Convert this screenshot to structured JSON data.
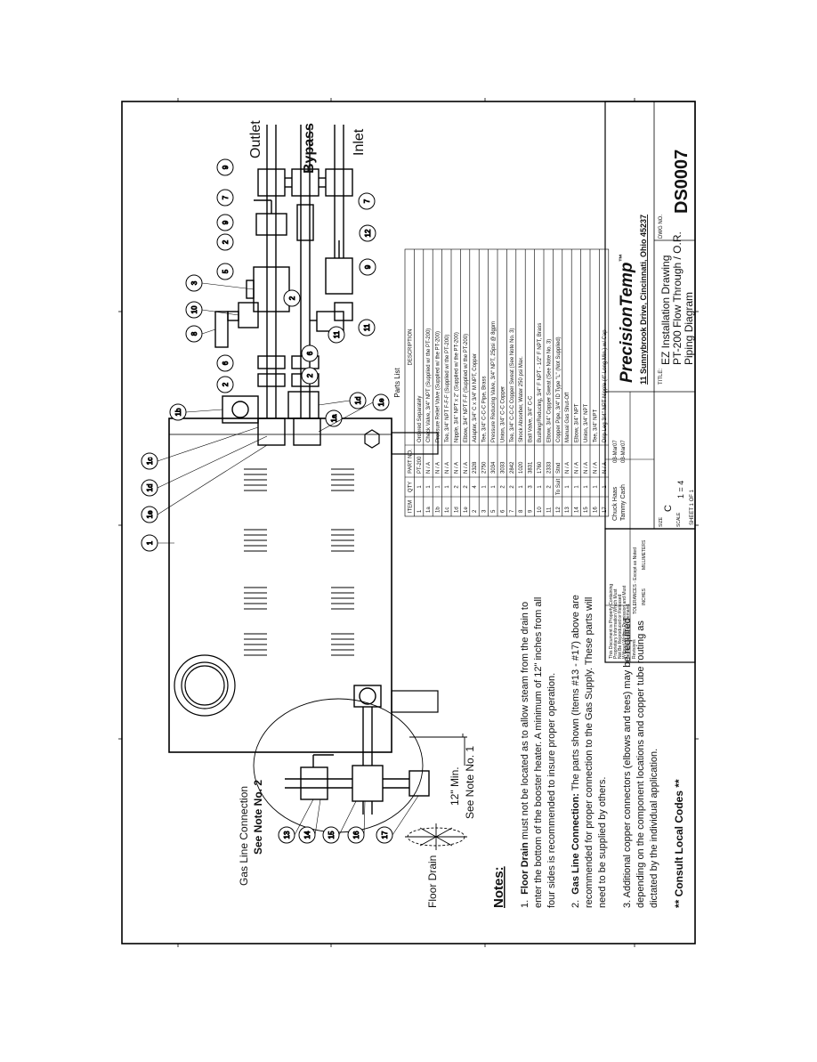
{
  "labels": {
    "outlet": "Outlet",
    "bypass": "Bypass",
    "inlet": "Inlet",
    "gas_line": "Gas Line Connection",
    "gas_note": "See Note No. 2",
    "floor_drain": "Floor Drain",
    "min_clearance": "12\" Min.",
    "see_note_1": "See Note No. 1"
  },
  "notes": {
    "heading": "Notes:",
    "n1_num": "1.",
    "n1_bold": "Floor Drain",
    "n1_line1": " must not be located as to allow steam from the drain to",
    "n1_line2": "enter the bottom of the booster heater.  A minimum of 12\" inches from all",
    "n1_line3": "four sides is recommended to insure proper operation.",
    "n2_num": "2.",
    "n2_bold": "Gas Line Connection:",
    "n2_line1": "  The parts shown (Items #13 - #17) above are",
    "n2_line2": "recommended for proper connection to the Gas Supply.  These parts will",
    "n2_line3": "need to be supplied by others.",
    "n3_line1": "3.  Additional copper connectors (elbows and tees) may be required",
    "n3_line2": "depending on the component locations and copper tube routing as",
    "n3_line3": "dictated by the individual application.",
    "consult": "**  Consult Local Codes  **"
  },
  "parts_list": {
    "title": "Parts List",
    "headers": [
      "ITEM",
      "QTY",
      "PART NO.",
      "DESCRIPTION"
    ],
    "rows": [
      [
        "1",
        "1",
        "PT-200",
        "Ordered Separately"
      ],
      [
        "1a",
        "1",
        "N / A",
        "Check Valve, 3/4\" NPT (Supplied w/ the PT-200)"
      ],
      [
        "1b",
        "1",
        "N / A",
        "Pressure Relief Valve (Supplied w/ the PT-200)"
      ],
      [
        "1c",
        "1",
        "N / A",
        "Tee, 3/4\" NPT F-F-F (Supplied w/ the PT-200)"
      ],
      [
        "1d",
        "2",
        "N / A",
        "Nipple, 3/4\" NPT x 2\" (Supplied w/ the PT-200)"
      ],
      [
        "1e",
        "2",
        "N / A",
        "Elbow, 3/4\" NPT F-F (Supplied w/ the PT-200)"
      ],
      [
        "2",
        "4",
        "2328",
        "Adapter, 3/4\" C x 3/4\" M NPT, Copper"
      ],
      [
        "3",
        "1",
        "2750",
        "Tee, 3/4\" C-C-C Pipe, Brass"
      ],
      [
        "5",
        "1",
        "3034",
        "Pressure Reducing Valve, 3/4\" NPT, 25psi @ 8gpm"
      ],
      [
        "6",
        "2",
        "3033",
        "Union, 3/4\" C-C Copper"
      ],
      [
        "7",
        "2",
        "2842",
        "Tee, 3/4\" C-C-C Copper Sweat (See Note No. 3)"
      ],
      [
        "8",
        "1",
        "1020",
        "Shock Absorber, Water 250 psi Max."
      ],
      [
        "9",
        "3",
        "3831",
        "Ball Valve, 3/4\" C-C"
      ],
      [
        "10",
        "1",
        "1760",
        "Bushing/Reducing, 3/4\" F NPT - 1/2\" F NPT, Brass"
      ],
      [
        "11",
        "2",
        "2333",
        "Elbow, 3/4\" Copper Sweat (See Note No. 3)"
      ],
      [
        "12",
        "To Suit",
        "Stnd",
        "Copper Pipe, 3/4\" ID Type \"L\" (Not Supplied)"
      ],
      [
        "13",
        "1",
        "N / A",
        "Manual Gas Shut-Off"
      ],
      [
        "14",
        "1",
        "N / A",
        "Elbow, 3/4\" NPT"
      ],
      [
        "15",
        "1",
        "N / A",
        "Union, 3/4\" NPT"
      ],
      [
        "16",
        "1",
        "N / A",
        "Tee, 3/4\" NPT"
      ],
      [
        "17",
        "1",
        "N / A",
        "Drip Leg 3/4\" NPT Nipple (4\" Long Min.) w/ Cap"
      ]
    ]
  },
  "title_block": {
    "brand": "PrecisionTemp",
    "tm": "™",
    "address": "11 Sunnybrook Drive, Cincinnati, Ohio 45237",
    "title_label": "TITLE:",
    "title_line1": "EZ Installation Drawing",
    "title_line2": "PT-200 Flow Through / O.R.",
    "title_line3": "Piping Diagram",
    "size_label": "SIZE",
    "size": "C",
    "dwg_label": "DWG NO.",
    "dwg_no": "DS0007",
    "scale_label": "SCALE",
    "scale": "1 = 4",
    "sheet": "SHEET  1  OF  1",
    "drawn_by": "Chuck Haas",
    "drawn_date": "03-Mar07",
    "approved_by": "Tammy Cash",
    "approved_date": "03-Mar07",
    "tolerances": "TOLERANCES - Except as Noted",
    "units_in": "INCHES",
    "units_mm": "MILLIMETERS",
    "proprietary1": "This Document is Property Containing",
    "proprietary2": "Proprietary Information Which Must",
    "proprietary3": "Not Be Reproduced or Released",
    "proprietary4": "Without Written Permission and Must",
    "proprietary5": "be Returned Upon Demand.",
    "revision_label": "Revisions"
  },
  "balloons": [
    "1",
    "1e",
    "1d",
    "1c",
    "1b",
    "1a",
    "1d",
    "1e",
    "2",
    "6",
    "2",
    "6",
    "8",
    "10",
    "3",
    "5",
    "2",
    "9",
    "2",
    "7",
    "9",
    "12",
    "9",
    "11",
    "11",
    "13",
    "14",
    "15",
    "16",
    "17"
  ]
}
